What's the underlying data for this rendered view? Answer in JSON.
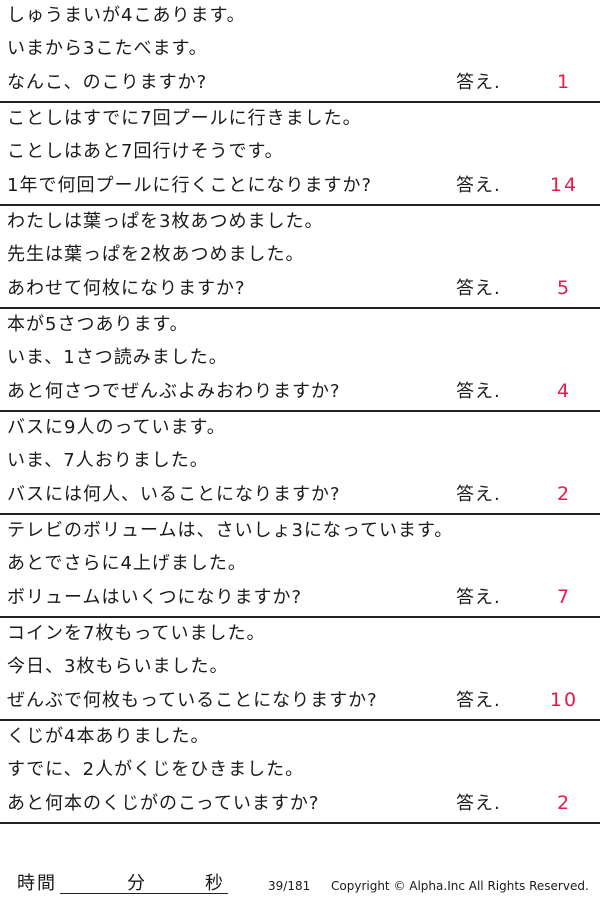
{
  "answer_label": "答え.",
  "problems": [
    {
      "lines": [
        "しゅうまいが4こあります。",
        "いまから3こたべます。",
        "なんこ、のこりますか?"
      ],
      "answer": "1"
    },
    {
      "lines": [
        "ことしはすでに7回プールに行きました。",
        "ことしはあと7回行けそうです。",
        "1年で何回プールに行くことになりますか?"
      ],
      "answer": "14"
    },
    {
      "lines": [
        "わたしは葉っぱを3枚あつめました。",
        "先生は葉っぱを2枚あつめました。",
        "あわせて何枚になりますか?"
      ],
      "answer": "5"
    },
    {
      "lines": [
        "本が5さつあります。",
        "いま、1さつ読みました。",
        "あと何さつでぜんぶよみおわりますか?"
      ],
      "answer": "4"
    },
    {
      "lines": [
        "バスに9人のっています。",
        "いま、7人おりました。",
        "バスには何人、いることになりますか?"
      ],
      "answer": "2"
    },
    {
      "lines": [
        "テレビのボリュームは、さいしょ3になっています。",
        "あとでさらに4上げました。",
        "ボリュームはいくつになりますか?"
      ],
      "answer": "7"
    },
    {
      "lines": [
        "コインを7枚もっていました。",
        "今日、3枚もらいました。",
        "ぜんぶで何枚もっていることになりますか?"
      ],
      "answer": "10"
    },
    {
      "lines": [
        "くじが4本ありました。",
        "すでに、2人がくじをひきました。",
        "あと何本のくじがのこっていますか?"
      ],
      "answer": "2"
    }
  ],
  "footer": {
    "time_label": "時間",
    "minutes_label": "分",
    "seconds_label": "秒",
    "page_number": "39/181",
    "copyright": "Copyright © Alpha.Inc All Rights Reserved."
  }
}
